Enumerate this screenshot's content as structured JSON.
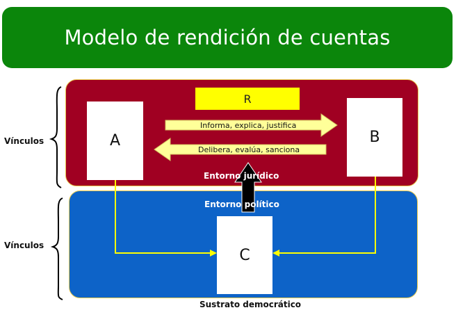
{
  "title": "Modelo de rendición de cuentas",
  "boxes": {
    "a": "A",
    "b": "B",
    "c": "C",
    "r": "R"
  },
  "arrows": {
    "forward": "Informa, explica, justifica",
    "backward": "Delibera, evalúa, sanciona"
  },
  "environments": {
    "juridico": "Entorno jurídico",
    "politico": "Entorno político",
    "sustrato": "Sustrato democrático"
  },
  "brackets": {
    "top": "Vínculos",
    "bottom": "Vínculos"
  },
  "colors": {
    "title_bg": "#0b860b",
    "juridico_bg": "#a00022",
    "politico_bg": "#0d63c8",
    "arrow_fill": "#ffff99",
    "connector": "#ffff00"
  }
}
